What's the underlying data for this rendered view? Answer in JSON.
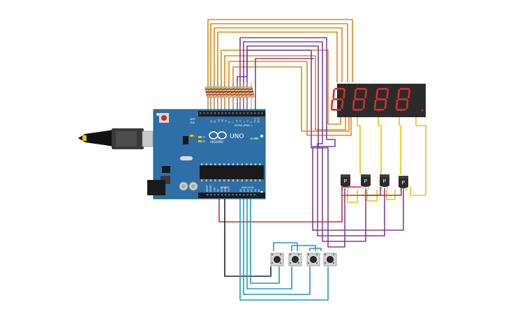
{
  "board": {
    "logo_text": "ARDUINO",
    "model": "UNO",
    "header_digital": "DIGITAL (PWM ~)",
    "header_power": "POWER",
    "header_analog": "ANALOG IN",
    "label_tx": "TX",
    "label_rx": "RX",
    "label_l": "L",
    "label_on": "ON",
    "label_aref": "AREF",
    "label_gnd": "GND",
    "digital_pins": [
      "13",
      "12",
      "~11",
      "~10",
      "~9",
      "8",
      "7",
      "~6",
      "~5",
      "4",
      "~3",
      "2",
      "TX 1",
      "RX 0"
    ],
    "power_pins": [
      "IOREF",
      "RESET",
      "3.3V",
      "5V",
      "GND",
      "GND",
      "Vin"
    ],
    "analog_pins": [
      "A0",
      "A1",
      "A2",
      "A3",
      "A4",
      "A5"
    ]
  },
  "display": {
    "digits": [
      "8",
      "8",
      "8",
      "8"
    ]
  },
  "transistors": {
    "label": "P"
  },
  "colors": {
    "board": "#2d6fa6",
    "wire_orange": "#e8860a",
    "wire_purple": "#7b3fa0",
    "wire_yellow": "#f2c200",
    "wire_blue": "#1a9ac6",
    "wire_red": "#d6262b",
    "wire_black": "#222222",
    "segment_on": "#d92c2c",
    "segment_off": "#4a1111"
  },
  "icons": {
    "usb": "usb-cable-icon",
    "button": "push-button-icon"
  }
}
